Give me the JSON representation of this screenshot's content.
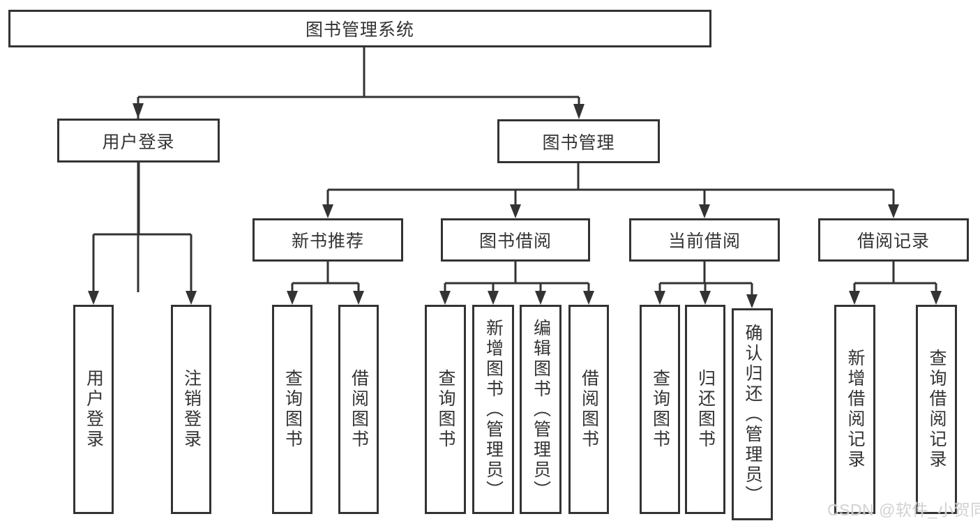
{
  "diagram": {
    "root": {
      "label": "图书管理系统",
      "children": [
        {
          "label": "用户登录",
          "children": [
            {
              "label": "用户登录"
            },
            {
              "label": "注销登录"
            }
          ]
        },
        {
          "label": "图书管理",
          "children": [
            {
              "label": "新书推荐",
              "children": [
                {
                  "label": "查询图书"
                },
                {
                  "label": "借阅图书"
                }
              ]
            },
            {
              "label": "图书借阅",
              "children": [
                {
                  "label": "查询图书"
                },
                {
                  "label": "新增图书（管理员）"
                },
                {
                  "label": "编辑图书（管理员）"
                },
                {
                  "label": "借阅图书"
                }
              ]
            },
            {
              "label": "当前借阅",
              "children": [
                {
                  "label": "查询图书"
                },
                {
                  "label": "归还图书"
                },
                {
                  "label": "确认归还（管理员）"
                }
              ]
            },
            {
              "label": "借阅记录",
              "children": [
                {
                  "label": "新增借阅记录"
                },
                {
                  "label": "查询借阅记录"
                }
              ]
            }
          ]
        }
      ]
    },
    "colors": {
      "line": "#333333",
      "box_background": "#ffffff",
      "text": "#333333",
      "watermark": "#cdcdcd"
    }
  },
  "watermark": {
    "text": "CSDN @软件_小贺同学"
  }
}
